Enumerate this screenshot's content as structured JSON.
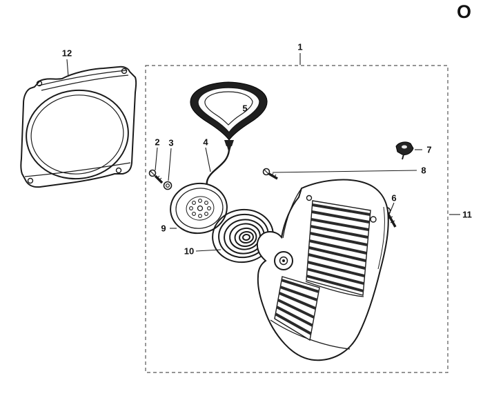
{
  "page": {
    "section_letter": "O",
    "colors": {
      "background": "#ffffff",
      "line": "#1a1a1a",
      "fill_dark": "#1f1f1f"
    }
  },
  "callouts": {
    "c1": "1",
    "c2": "2",
    "c3": "3",
    "c4": "4",
    "c5": "5",
    "c6": "6",
    "c7": "7",
    "c8": "8",
    "c9": "9",
    "c10": "10",
    "c11": "11",
    "c12": "12"
  }
}
